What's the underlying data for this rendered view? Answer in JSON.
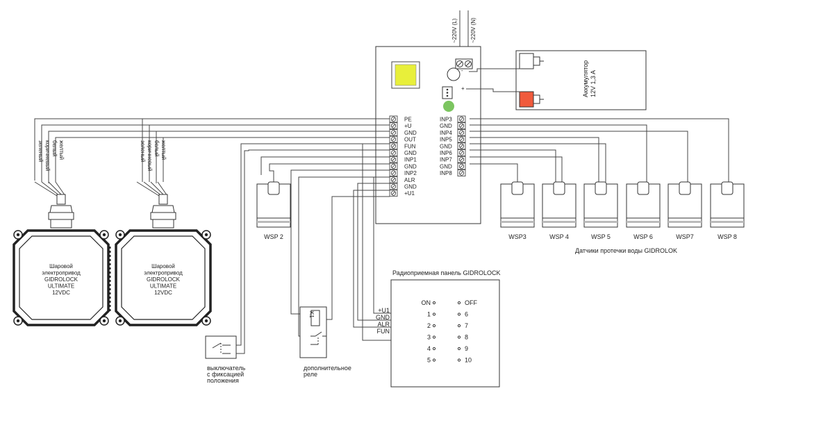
{
  "power": {
    "l": "~220V (L)",
    "n": "~220V (N)"
  },
  "battery": {
    "line1": "Аккумулятор",
    "line2": "12V 1,3 A"
  },
  "controller": {
    "left_terminals": [
      "PE",
      "+U",
      "GND",
      "OUT",
      "FUN",
      "GND",
      "INP1",
      "GND",
      "INP2",
      "ALR",
      "GND",
      "+U1"
    ],
    "right_terminals": [
      "INP3",
      "GND",
      "INP4",
      "INP5",
      "GND",
      "INP6",
      "INP7",
      "GND",
      "INP8"
    ],
    "battery_plus": "+",
    "battery_minus": "-"
  },
  "actuators": [
    {
      "lines": [
        "Шаровой",
        "электропривод",
        "GIDROLOCK",
        "ULTIMATE",
        "12VDC"
      ],
      "wires": [
        "зеленый",
        "коричневый",
        "белый",
        "желтый"
      ]
    },
    {
      "lines": [
        "Шаровой",
        "электропривод",
        "GIDROLOCK",
        "ULTIMATE",
        "12VDC"
      ],
      "wires": [
        "зеленый",
        "коричневый",
        "белый",
        "желтый"
      ]
    }
  ],
  "sensors": [
    "WSP 2",
    "WSP3",
    "WSP 4",
    "WSP 5",
    "WSP 6",
    "WSP7",
    "WSP 8"
  ],
  "sensors_caption": "Датчики протечки воды GIDROLOK",
  "radio_panel": {
    "title": "Радиоприемная панель GIDROLOCK",
    "terminals": [
      "+U1",
      "GND",
      "ALR",
      "FUN"
    ],
    "left_labels": [
      "ON",
      "1",
      "2",
      "3",
      "4",
      "5"
    ],
    "right_labels": [
      "OFF",
      "6",
      "7",
      "8",
      "9",
      "10"
    ]
  },
  "switch": {
    "lines": [
      "выключатель",
      "с фиксацией",
      "положения"
    ]
  },
  "relay": {
    "lines": [
      "дополнительное",
      "реле"
    ],
    "coil": "K1"
  },
  "colors": {
    "battery_plus": "#f05a3c",
    "battery_minus": "#ffffff",
    "indicator": "#7cc560",
    "display": "#e8ef3a"
  }
}
